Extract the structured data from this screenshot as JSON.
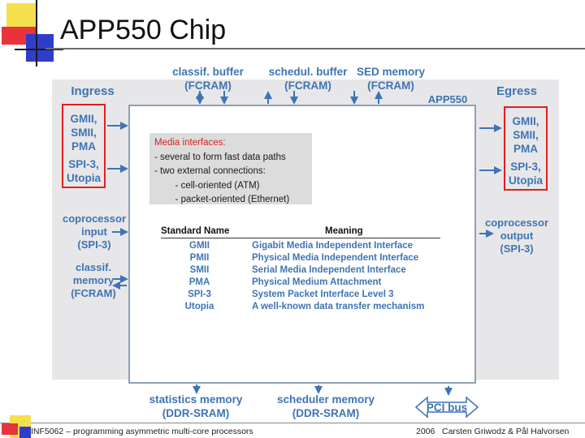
{
  "slide": {
    "title": "APP550 Chip",
    "chip_label": "APP550",
    "ingress": {
      "label": "Ingress",
      "box_lines": [
        "GMII,",
        "SMII,",
        "PMA",
        "SPI-3,",
        "Utopia"
      ]
    },
    "egress": {
      "label": "Egress",
      "box_lines": [
        "GMII,",
        "SMII,",
        "PMA",
        "SPI-3,",
        "Utopia"
      ]
    },
    "top_memories": [
      {
        "line1": "classif. buffer",
        "line2": "(FCRAM)"
      },
      {
        "line1": "schedul. buffer",
        "line2": "(FCRAM)"
      },
      {
        "line1": "SED memory",
        "line2": "(FCRAM)"
      }
    ],
    "left_blocks": [
      {
        "lines": [
          "coprocessor",
          "input",
          "(SPI-3)"
        ]
      },
      {
        "lines": [
          "classif.",
          "memory",
          "(FCRAM)"
        ]
      }
    ],
    "right_blocks": [
      {
        "lines": [
          "coprocessor",
          "output",
          "(SPI-3)"
        ]
      }
    ],
    "bottom_blocks": [
      {
        "line1": "statistics memory",
        "line2": "(DDR-SRAM)"
      },
      {
        "line1": "scheduler memory",
        "line2": "(DDR-SRAM)"
      }
    ],
    "pci_label": "PCI bus",
    "note": {
      "title": "Media interfaces:",
      "lines": [
        "- several to form fast data paths",
        "- two external connections:",
        "        - cell-oriented (ATM)",
        "        - packet-oriented (Ethernet)"
      ]
    },
    "table": {
      "headers": [
        "Standard Name",
        "Meaning"
      ],
      "rows": [
        {
          "name": "GMII",
          "meaning": "Gigabit Media Independent Interface"
        },
        {
          "name": "PMII",
          "meaning": "Physical Media Independent Interface"
        },
        {
          "name": "SMII",
          "meaning": "Serial Media Independent Interface"
        },
        {
          "name": "PMA",
          "meaning": "Physical Medium Attachment"
        },
        {
          "name": "SPI-3",
          "meaning": "System Packet Interface Level 3"
        },
        {
          "name": "Utopia",
          "meaning": "A well-known data transfer mechanism"
        }
      ]
    },
    "footer": {
      "left": "INF5062 – programming asymmetric multi-core processors",
      "year": "2006",
      "authors": "Carsten Griwodz & Pål Halvorsen"
    },
    "colors": {
      "label_blue": "#3f74b3",
      "highlight_red": "#e02020",
      "accent_blue": "#2f3ec9"
    }
  }
}
